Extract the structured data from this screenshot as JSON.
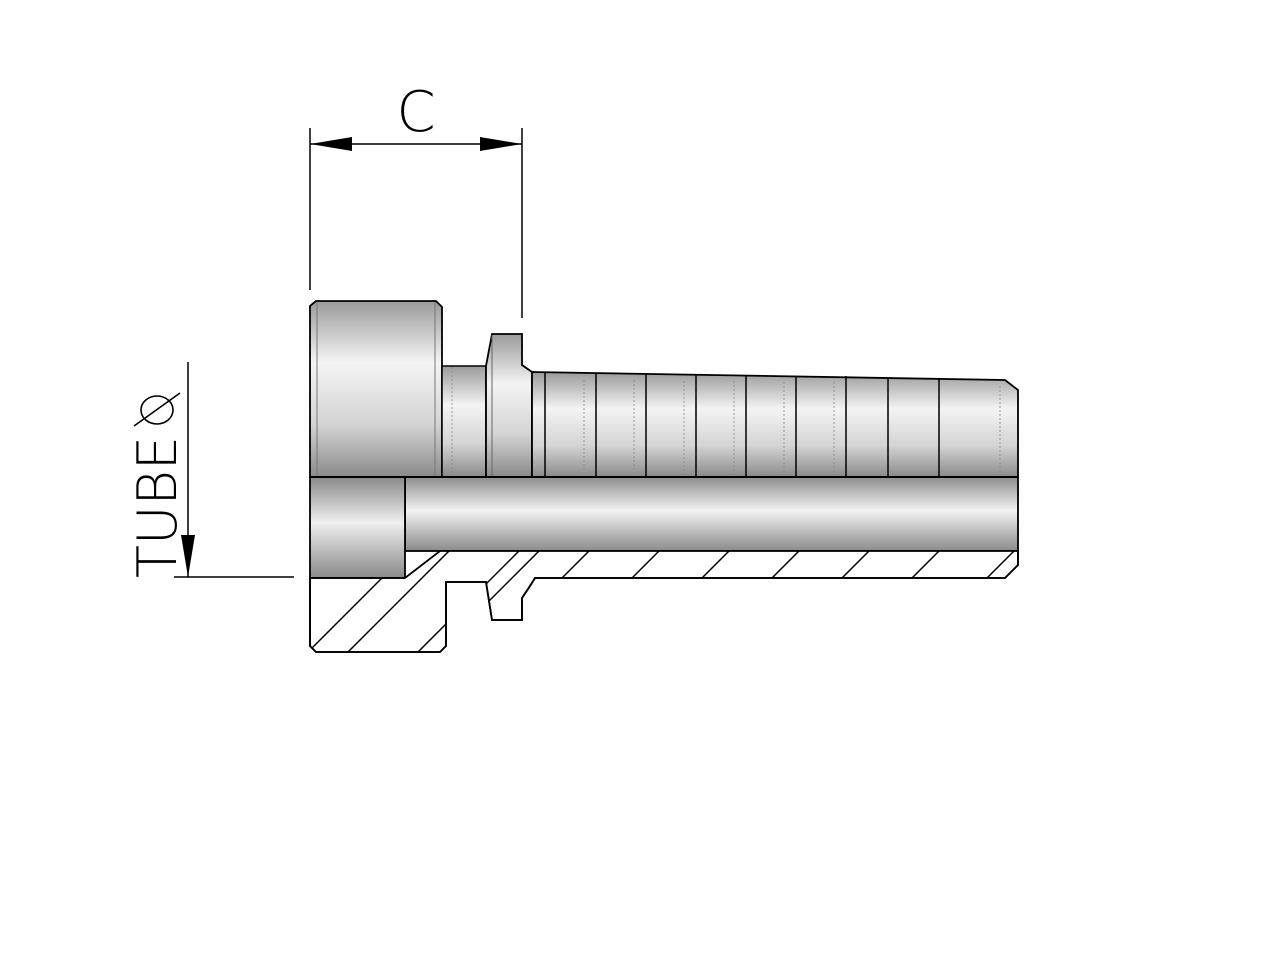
{
  "dimensions": {
    "c_label": "C",
    "tube_label": "TUBE",
    "diameter_symbol": "ϕ"
  },
  "colors": {
    "outline": "#000000",
    "metal_light": "#f2f2f2",
    "metal_mid": "#c4c4c4",
    "metal_dark": "#8e8e8e",
    "background": "#ffffff"
  }
}
